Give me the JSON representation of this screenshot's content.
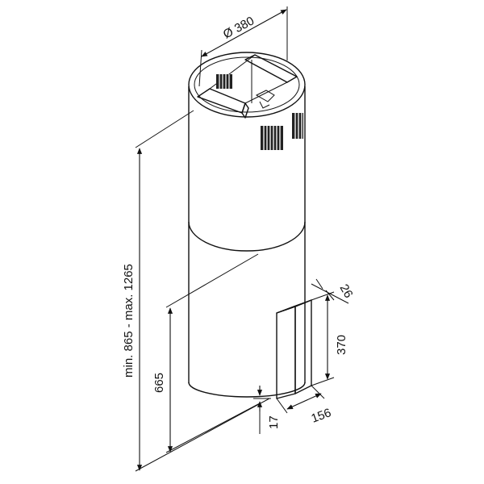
{
  "dimensions": {
    "diameter": "Ø 380",
    "height_range": "min. 865 - max. 1265",
    "height_lower": "665",
    "bottom_offset": "17",
    "handle_width": "156",
    "handle_height": "370",
    "handle_depth": "26"
  },
  "colors": {
    "line": "#111111",
    "background": "#ffffff"
  }
}
